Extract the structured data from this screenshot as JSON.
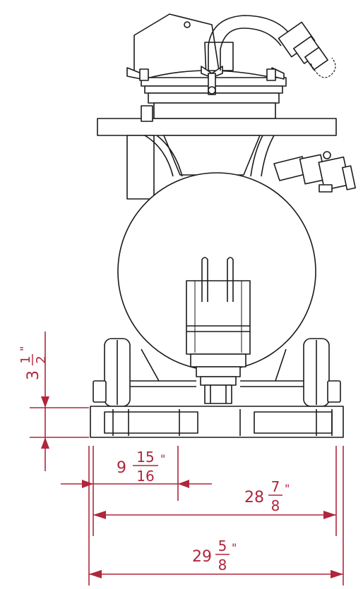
{
  "colors": {
    "line": "#1a1a1a",
    "dimension": "#b0263c",
    "fill": "#ffffff",
    "shade": "#f2f2f2"
  },
  "dimensions": {
    "height": {
      "whole": "3",
      "num": "1",
      "den": "2",
      "unit": "\""
    },
    "offset": {
      "whole": "9",
      "num": "15",
      "den": "16",
      "unit": "\""
    },
    "inner_width": {
      "whole": "28",
      "num": "7",
      "den": "8",
      "unit": "\""
    },
    "outer_width": {
      "whole": "29",
      "num": "5",
      "den": "8",
      "unit": "\""
    }
  }
}
